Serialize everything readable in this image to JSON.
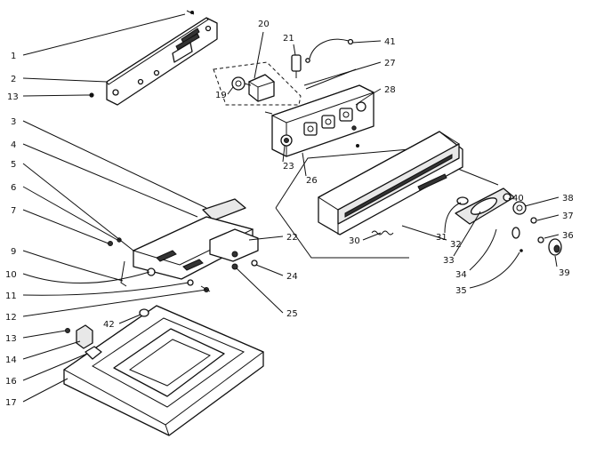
{
  "diagram": {
    "callouts": [
      {
        "id": "c1",
        "label": "1"
      },
      {
        "id": "c2",
        "label": "2"
      },
      {
        "id": "c13a",
        "label": "13"
      },
      {
        "id": "c3",
        "label": "3"
      },
      {
        "id": "c4",
        "label": "4"
      },
      {
        "id": "c5",
        "label": "5"
      },
      {
        "id": "c6",
        "label": "6"
      },
      {
        "id": "c7",
        "label": "7"
      },
      {
        "id": "c9",
        "label": "9"
      },
      {
        "id": "c10",
        "label": "10"
      },
      {
        "id": "c11",
        "label": "11"
      },
      {
        "id": "c12",
        "label": "12"
      },
      {
        "id": "c13b",
        "label": "13"
      },
      {
        "id": "c14",
        "label": "14"
      },
      {
        "id": "c16",
        "label": "16"
      },
      {
        "id": "c17",
        "label": "17"
      },
      {
        "id": "c42",
        "label": "42"
      },
      {
        "id": "c20",
        "label": "20"
      },
      {
        "id": "c21",
        "label": "21"
      },
      {
        "id": "c41",
        "label": "41"
      },
      {
        "id": "c27",
        "label": "27"
      },
      {
        "id": "c19",
        "label": "19"
      },
      {
        "id": "c28",
        "label": "28"
      },
      {
        "id": "c23",
        "label": "23"
      },
      {
        "id": "c26",
        "label": "26"
      },
      {
        "id": "c22",
        "label": "22"
      },
      {
        "id": "c24",
        "label": "24"
      },
      {
        "id": "c25",
        "label": "25"
      },
      {
        "id": "c30",
        "label": "30"
      },
      {
        "id": "c31",
        "label": "31"
      },
      {
        "id": "c32",
        "label": "32"
      },
      {
        "id": "c33",
        "label": "33"
      },
      {
        "id": "c34",
        "label": "34"
      },
      {
        "id": "c35",
        "label": "35"
      },
      {
        "id": "c40",
        "label": "40"
      },
      {
        "id": "c38",
        "label": "38"
      },
      {
        "id": "c37",
        "label": "37"
      },
      {
        "id": "c36",
        "label": "36"
      },
      {
        "id": "c39",
        "label": "39"
      }
    ]
  }
}
